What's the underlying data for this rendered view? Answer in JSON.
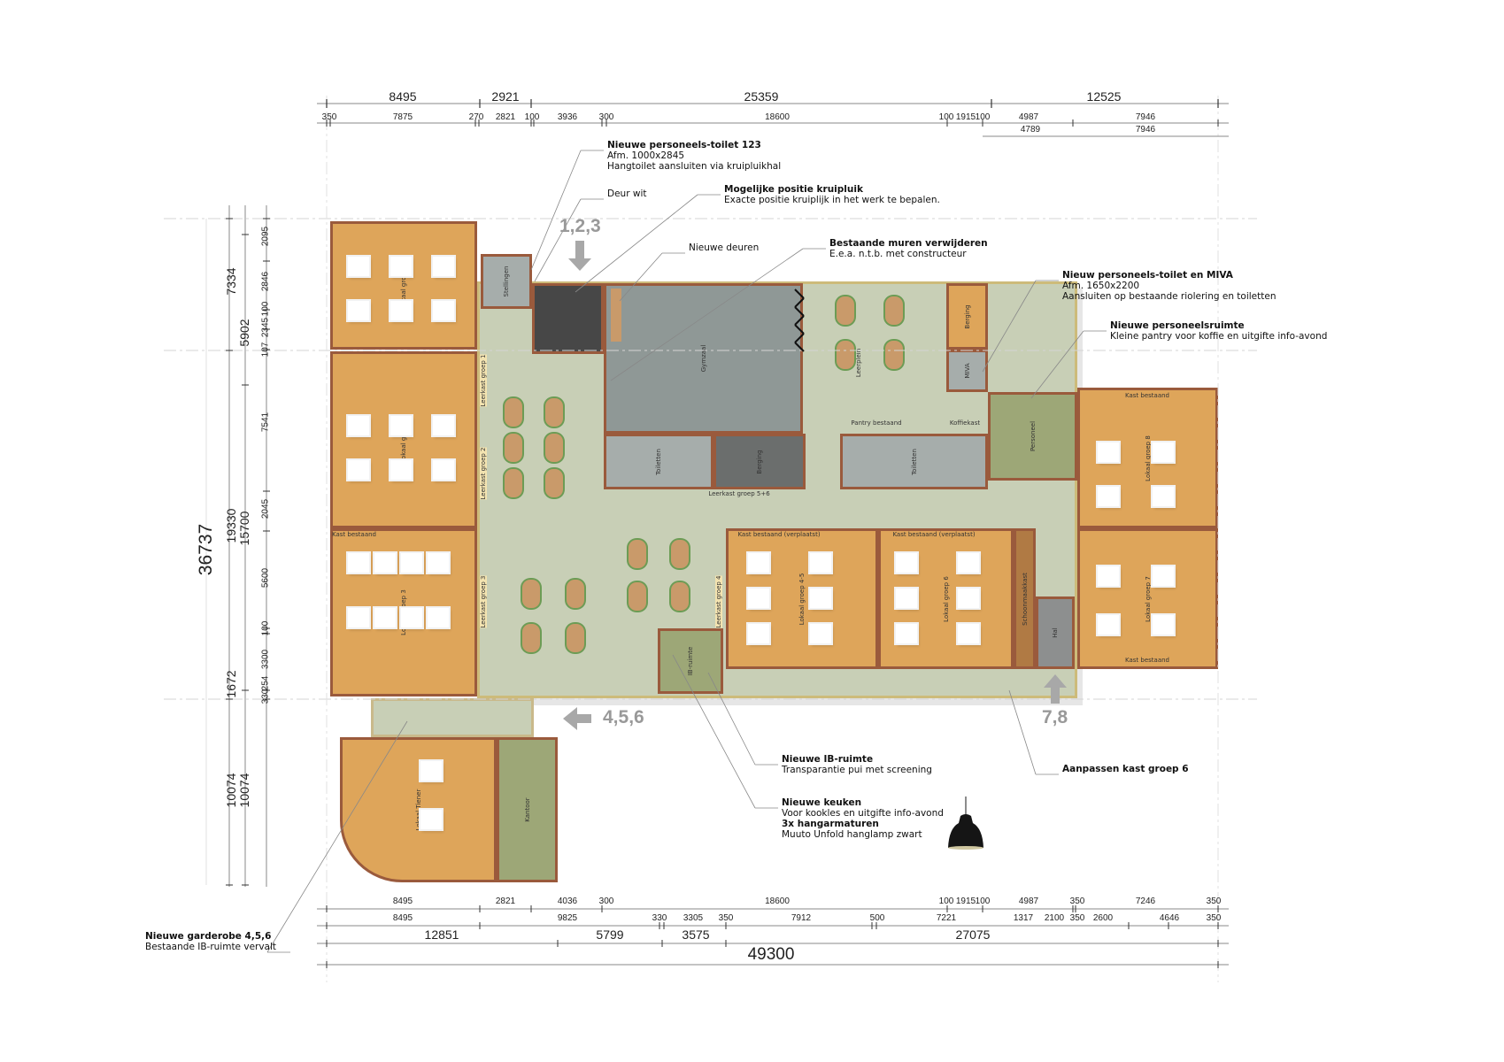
{
  "dimensions": {
    "top_row1": [
      "8495",
      "2921",
      "25359",
      "12525"
    ],
    "top_row2": [
      "350",
      "7875",
      "270",
      "2821",
      "100",
      "3936",
      "300",
      "18600",
      "100",
      "1915",
      "100",
      "4987",
      "7946"
    ],
    "top_row3": [
      "4789",
      "7946"
    ],
    "bottom_row1": [
      "8495",
      "2821",
      "4036",
      "300",
      "18600",
      "100",
      "1915",
      "100",
      "4987",
      "350",
      "7246",
      "350"
    ],
    "bottom_row2": [
      "8495",
      "9825",
      "330",
      "3305",
      "350",
      "7912",
      "500",
      "7221",
      "1317",
      "2100",
      "350",
      "2600",
      "4646",
      "350"
    ],
    "bottom_row3": [
      "12851",
      "5799",
      "3575",
      "27075"
    ],
    "bottom_total": "49300",
    "left_total": "36737",
    "left_col1": [
      "7334",
      "19330",
      "1672",
      "10074"
    ],
    "left_col2": [
      "5902",
      "15700",
      "10074"
    ],
    "left_col3": [
      "2095",
      "2846",
      "100",
      "2345",
      "107",
      "7541",
      "2045",
      "5600",
      "100",
      "3300",
      "254",
      "330"
    ]
  },
  "entrances": {
    "a": "1,2,3",
    "b": "4,5,6",
    "c": "7,8"
  },
  "annotations": [
    {
      "title": "Nieuwe personeels-toilet 123",
      "lines": [
        "Afm. 1000x2845",
        "Hangtoilet aansluiten via kruipluikhal"
      ]
    },
    {
      "title": "",
      "lines": [
        "Deur wit"
      ]
    },
    {
      "title": "Mogelijke positie kruipluik",
      "lines": [
        "Exacte positie kruiplijk in het werk te bepalen."
      ]
    },
    {
      "title": "",
      "lines": [
        "Nieuwe deuren"
      ]
    },
    {
      "title": "Bestaande muren verwijderen",
      "lines": [
        "E.e.a. n.t.b. met constructeur"
      ]
    },
    {
      "title": "Nieuw personeels-toilet en MIVA",
      "lines": [
        "Afm. 1650x2200",
        "Aansluiten op bestaande riolering en toiletten"
      ]
    },
    {
      "title": "Nieuwe personeelsruimte",
      "lines": [
        "Kleine pantry voor koffie en uitgifte info-avond"
      ]
    },
    {
      "title": "Nieuwe IB-ruimte",
      "lines": [
        "Transparantie pui met screening"
      ]
    },
    {
      "title": "Aanpassen kast groep 6",
      "lines": []
    },
    {
      "title": "Nieuwe keuken",
      "lines": [
        "Voor kookles en uitgifte info-avond"
      ],
      "title2": "3x hangarmaturen",
      "lines2": [
        "Muuto Unfold hanglamp zwart"
      ]
    },
    {
      "title": "Nieuwe garderobe 4,5,6",
      "lines": [
        "Bestaande IB-ruimte vervalt"
      ]
    }
  ],
  "rooms": [
    "Lokaal groep 1",
    "Lokaal groep 2",
    "Lokaal groep 3",
    "Stellingen",
    "Gymzaal",
    "Leerplein",
    "Berging",
    "MIVA",
    "Toiletten",
    "Berging",
    "Toiletten",
    "Personeel",
    "Lokaal groep 8",
    "Lokaal groep 7",
    "Lokaal groep 4-5",
    "Lokaal groep 6",
    "Schoonmaakkast",
    "Hal",
    "IB-ruimte",
    "Lokaal Tiener",
    "Kantoor",
    "Kast bestaand",
    "Kast bestaand (verplaatst)",
    "Kast bestaand (verplaatst)",
    "Kast bestaand",
    "Leerkast groep 5+6",
    "Leerkast groep 1",
    "Leerkast groep 2",
    "Leerkast groep 3",
    "Leerkast groep 4",
    "Pantry bestaand",
    "Koffiekast",
    "Kast bestaand"
  ],
  "colors": {
    "classroom": "#dea55a",
    "hall": "#c8cfb6",
    "gym": "#8f9896",
    "toilet": "#a6adab",
    "dark": "#474747",
    "staff": "#9da777",
    "wall": "#9a5a3c",
    "arrow": "#a8a8a8"
  }
}
